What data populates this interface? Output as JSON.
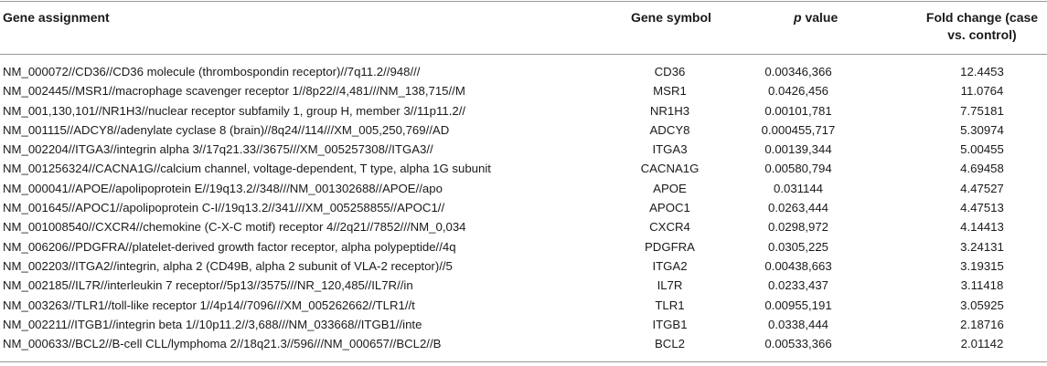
{
  "table": {
    "headers": {
      "gene_assignment": "Gene assignment",
      "gene_symbol": "Gene symbol",
      "p_value_italic": "p",
      "p_value_rest": " value",
      "fold_change_line1": "Fold change (case",
      "fold_change_line2": "vs. control)"
    },
    "rows": [
      {
        "assignment": "NM_000072//CD36//CD36 molecule (thrombospondin receptor)//7q11.2//948///",
        "symbol": "CD36",
        "p": "0.00346,366",
        "fold": "12.4453"
      },
      {
        "assignment": "NM_002445//MSR1//macrophage scavenger receptor 1//8p22//4,481///NM_138,715//M",
        "symbol": "MSR1",
        "p": "0.0426,456",
        "fold": "11.0764"
      },
      {
        "assignment": "NM_001,130,101//NR1H3//nuclear receptor subfamily 1, group H, member 3//11p11.2//",
        "symbol": "NR1H3",
        "p": "0.00101,781",
        "fold": "7.75181"
      },
      {
        "assignment": "NM_001115//ADCY8//adenylate cyclase 8 (brain)//8q24//114///XM_005,250,769//AD",
        "symbol": "ADCY8",
        "p": "0.000455,717",
        "fold": "5.30974"
      },
      {
        "assignment": "NM_002204//ITGA3//integrin alpha 3//17q21.33//3675///XM_005257308//ITGA3//",
        "symbol": "ITGA3",
        "p": "0.00139,344",
        "fold": "5.00455"
      },
      {
        "assignment": "NM_001256324//CACNA1G//calcium channel, voltage-dependent, T type, alpha 1G subunit",
        "symbol": "CACNA1G",
        "p": "0.00580,794",
        "fold": "4.69458"
      },
      {
        "assignment": "NM_000041//APOE//apolipoprotein E//19q13.2//348///NM_001302688//APOE//apo",
        "symbol": "APOE",
        "p": "0.031144",
        "fold": "4.47527"
      },
      {
        "assignment": "NM_001645//APOC1//apolipoprotein C-I//19q13.2//341///XM_005258855//APOC1//",
        "symbol": "APOC1",
        "p": "0.0263,444",
        "fold": "4.47513"
      },
      {
        "assignment": "NM_001008540//CXCR4//chemokine (C-X-C motif) receptor 4//2q21//7852///NM_0,034",
        "symbol": "CXCR4",
        "p": "0.0298,972",
        "fold": "4.14413"
      },
      {
        "assignment": "NM_006206//PDGFRA//platelet-derived growth factor receptor, alpha polypeptide//4q",
        "symbol": "PDGFRA",
        "p": "0.0305,225",
        "fold": "3.24131"
      },
      {
        "assignment": "NM_002203//ITGA2//integrin, alpha 2 (CD49B, alpha 2 subunit of VLA-2 receptor)//5",
        "symbol": "ITGA2",
        "p": "0.00438,663",
        "fold": "3.19315"
      },
      {
        "assignment": "NM_002185//IL7R//interleukin 7 receptor//5p13//3575///NR_120,485//IL7R//in",
        "symbol": "IL7R",
        "p": "0.0233,437",
        "fold": "3.11418"
      },
      {
        "assignment": "NM_003263//TLR1//toll-like receptor 1//4p14//7096///XM_005262662//TLR1//t",
        "symbol": "TLR1",
        "p": "0.00955,191",
        "fold": "3.05925"
      },
      {
        "assignment": "NM_002211//ITGB1//integrin beta 1//10p11.2//3,688///NM_033668//ITGB1//inte",
        "symbol": "ITGB1",
        "p": "0.0338,444",
        "fold": "2.18716"
      },
      {
        "assignment": "NM_000633//BCL2//B-cell CLL/lymphoma 2//18q21.3//596///NM_000657//BCL2//B",
        "symbol": "BCL2",
        "p": "0.00533,366",
        "fold": "2.01142"
      }
    ]
  }
}
